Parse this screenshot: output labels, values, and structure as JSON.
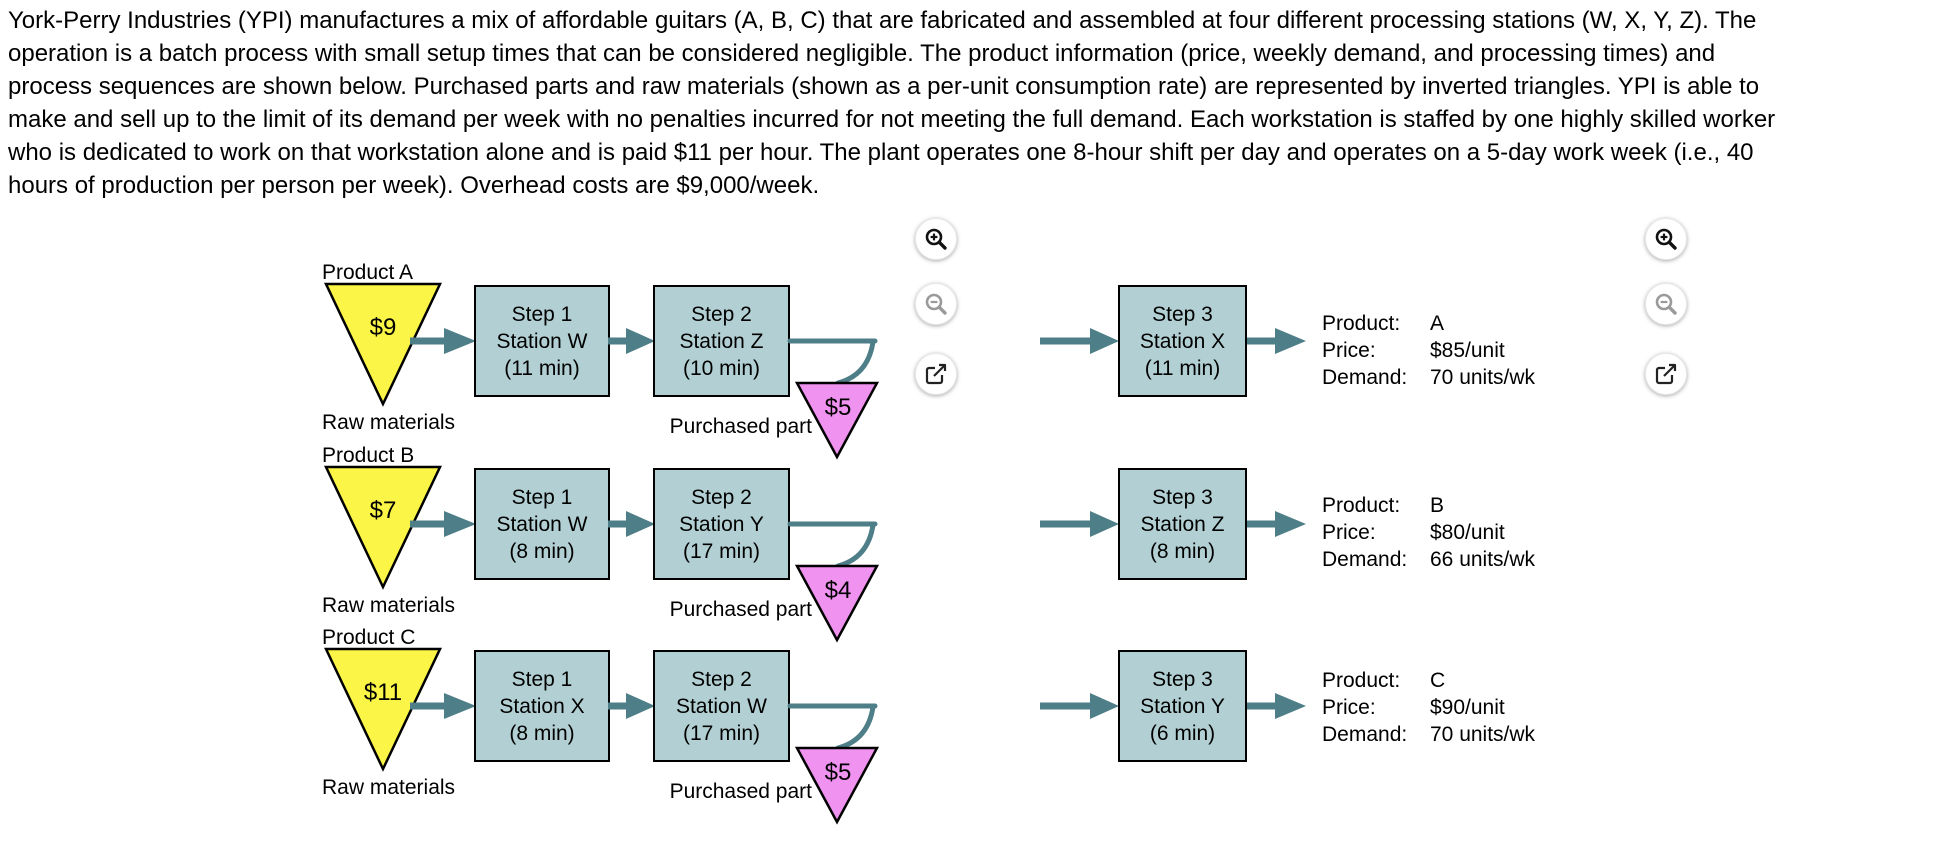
{
  "intro": {
    "lines": [
      "York-Perry Industries (YPI) manufactures a mix of affordable guitars (A, B, C) that are fabricated and assembled at four different processing stations (W, X, Y, Z). The",
      "operation is a batch process with small setup times that can be considered negligible. The product information (price, weekly demand, and processing times) and",
      "process sequences are shown below. Purchased parts and raw materials (shown as a per-unit consumption rate) are represented by inverted triangles. YPI is able to",
      "make and sell up to the limit of its demand per week with no penalties incurred for not meeting the full demand. Each workstation is staffed by one highly skilled worker",
      "who is dedicated to work on that workstation alone and is paid $11 per hour. The plant operates one 8-hour shift per day and operates on a 5-day work week (i.e., 40",
      "hours of production per person per week). Overhead costs are $9,000/week."
    ]
  },
  "diagram": {
    "raw_materials_label": "Raw materials",
    "purchased_part_label": "Purchased part",
    "products": [
      {
        "title": "Product A",
        "raw_material_cost": "$9",
        "purchased_part_cost": "$5",
        "steps": [
          {
            "step": "Step 1",
            "station": "Station W",
            "time": "(11 min)"
          },
          {
            "step": "Step 2",
            "station": "Station Z",
            "time": "(10 min)"
          },
          {
            "step": "Step 3",
            "station": "Station X",
            "time": "(11 min)"
          }
        ],
        "info": {
          "product_label": "Product:",
          "product_value": "A",
          "price_label": "Price:",
          "price_value": "$85/unit",
          "demand_label": "Demand:",
          "demand_value": "70 units/wk"
        }
      },
      {
        "title": "Product B",
        "raw_material_cost": "$7",
        "purchased_part_cost": "$4",
        "steps": [
          {
            "step": "Step 1",
            "station": "Station W",
            "time": "(8 min)"
          },
          {
            "step": "Step 2",
            "station": "Station Y",
            "time": "(17 min)"
          },
          {
            "step": "Step 3",
            "station": "Station Z",
            "time": "(8 min)"
          }
        ],
        "info": {
          "product_label": "Product:",
          "product_value": "B",
          "price_label": "Price:",
          "price_value": "$80/unit",
          "demand_label": "Demand:",
          "demand_value": "66 units/wk"
        }
      },
      {
        "title": "Product C",
        "raw_material_cost": "$11",
        "purchased_part_cost": "$5",
        "steps": [
          {
            "step": "Step 1",
            "station": "Station X",
            "time": "(8 min)"
          },
          {
            "step": "Step 2",
            "station": "Station W",
            "time": "(17 min)"
          },
          {
            "step": "Step 3",
            "station": "Station Y",
            "time": "(6 min)"
          }
        ],
        "info": {
          "product_label": "Product:",
          "product_value": "C",
          "price_label": "Price:",
          "price_value": "$90/unit",
          "demand_label": "Demand:",
          "demand_value": "70 units/wk"
        }
      }
    ]
  },
  "controls": {
    "zoom_in_icon": "magnifier-plus",
    "zoom_out_icon": "magnifier-minus",
    "open_external_icon": "external-link"
  },
  "colors": {
    "station_box_fill": "#b2d0d3",
    "flow_arrow": "#4e7e87",
    "raw_material_triangle": "#fbf547",
    "purchased_part_triangle": "#ef92f0"
  }
}
